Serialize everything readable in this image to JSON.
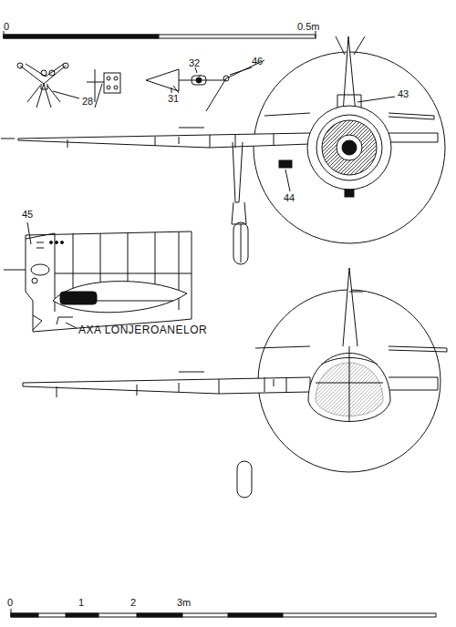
{
  "diagram": {
    "labels": [
      "0",
      "0.5m",
      "28",
      "32",
      "46",
      "31",
      "43",
      "44",
      "45",
      "AXA LONJEROANELOR",
      "0",
      "1",
      "2",
      "3m"
    ]
  }
}
